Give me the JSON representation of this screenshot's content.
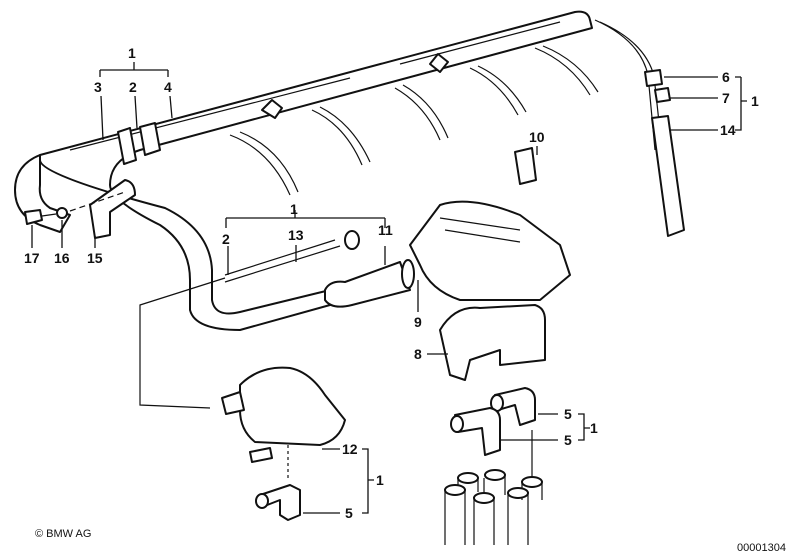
{
  "diagram": {
    "copyright": "© BMW AG",
    "image_number": "00001304",
    "callouts": {
      "top_group_1": "1",
      "top_3": "3",
      "top_2": "2",
      "top_4": "4",
      "right_6": "6",
      "right_7": "7",
      "right_group_1": "1",
      "right_14": "14",
      "clip_10": "10",
      "bolt_17": "17",
      "washer_16": "16",
      "bracket_15": "15",
      "mid_group_1": "1",
      "mid_2": "2",
      "mid_13": "13",
      "mid_11": "11",
      "cap_9": "9",
      "cover_8": "8",
      "lower_12": "12",
      "lower_group_1": "1",
      "lower_5": "5",
      "plug_5a": "5",
      "plug_5b": "5",
      "plug_group_1": "1"
    }
  }
}
